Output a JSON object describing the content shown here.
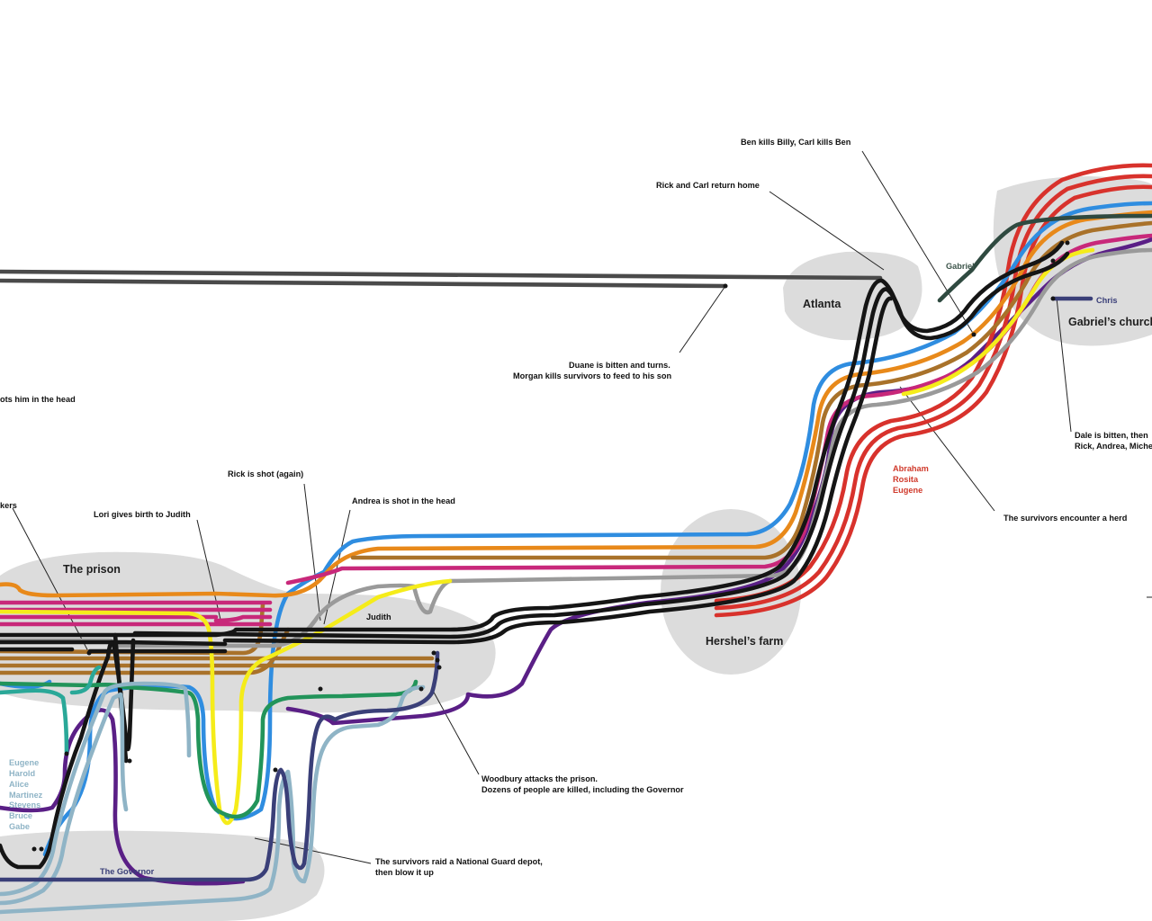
{
  "locations": {
    "prison": "The prison",
    "hershels_farm": "Hershel’s farm",
    "atlanta": "Atlanta",
    "gabriels_church": "Gabriel’s church"
  },
  "annotations": {
    "ben_kills_billy": "Ben kills Billy, Carl kills Ben",
    "rick_carl_return": "Rick and Carl return home",
    "duane_line1": "Duane is bitten and turns.",
    "duane_line2": "Morgan kills survivors to feed to his son",
    "shot_head_partial": "ots him in the head",
    "rick_shot_again": "Rick is shot (again)",
    "andrea_shot": "Andrea is shot in the head",
    "lori_birth": "Lori gives birth to Judith",
    "walkers_partial": "kers",
    "woodbury_line1": "Woodbury attacks the prison.",
    "woodbury_line2": "Dozens of people are killed, including the Governor",
    "raid_line1": "The survivors raid a National Guard depot,",
    "raid_line2": "then blow it up",
    "herd": "The survivors encounter a herd",
    "dale_line1": "Dale is bitten, then",
    "dale_line2": "Rick, Andrea, Miche"
  },
  "characters": {
    "gabriel": "Gabriel",
    "chris": "Chris",
    "judith": "Judith",
    "governor": "The Governor",
    "abraham_group": [
      "Abraham",
      "Rosita",
      "Eugene"
    ],
    "woodbury_group": [
      "Eugene",
      "Harold",
      "Alice",
      "Martinez",
      "Stevens",
      "Bruce",
      "Gabe"
    ]
  },
  "colors": {
    "red": "#d8322c",
    "orange": "#e8891a",
    "blue": "#2f8de0",
    "yellow": "#f5ec1a",
    "brown": "#a9722a",
    "pink": "#c8287a",
    "purple": "#5a1f86",
    "gray": "#9a9a9a",
    "black": "#151515",
    "green": "#22945a",
    "teal": "#2aa898",
    "navy": "#3a3f78",
    "lightblue": "#8fb4c6",
    "darkgray": "#4a4a4a",
    "darkgreen": "#2f4a40",
    "blob": "#dcdcdc",
    "abraham_text": "#d03a2c",
    "woodbury_text": "#8fb4c6",
    "gabriel_text": "#3d554b",
    "chris_text": "#3a3f78",
    "governor_text": "#3a3f78"
  }
}
